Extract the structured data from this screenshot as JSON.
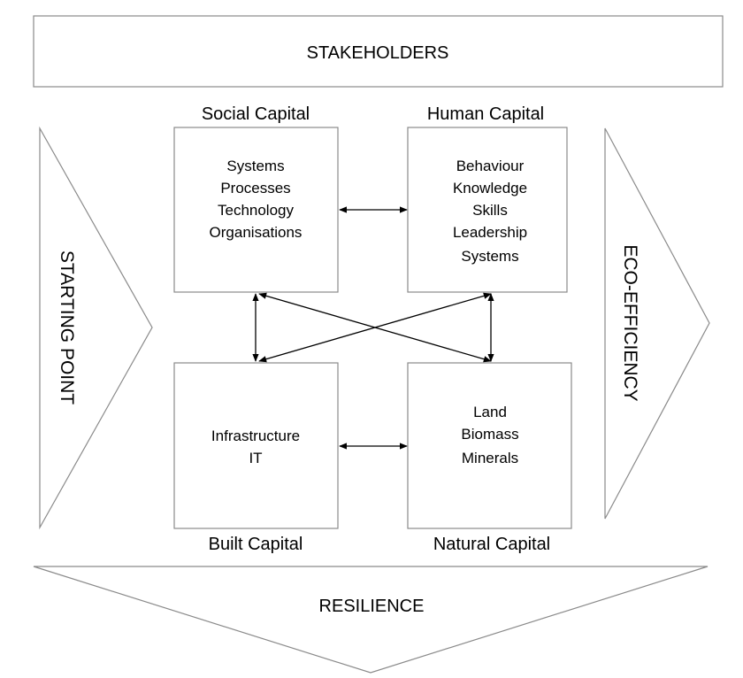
{
  "stakeholders": {
    "label": "STAKEHOLDERS"
  },
  "starting_point": {
    "label": "STARTING POINT"
  },
  "eco_efficiency": {
    "label": "ECO-EFFICIENCY"
  },
  "resilience": {
    "label": "RESILIENCE"
  },
  "social_capital": {
    "heading": "Social Capital",
    "lines": [
      "Systems",
      "Processes",
      "Technology",
      "Organisations"
    ]
  },
  "human_capital": {
    "heading": "Human Capital",
    "lines": [
      "Behaviour",
      "Knowledge",
      "Skills",
      "Leadership",
      "Systems"
    ]
  },
  "built_capital": {
    "heading": "Built Capital",
    "lines": [
      "Infrastructure",
      "IT"
    ]
  },
  "natural_capital": {
    "heading": "Natural Capital",
    "lines": [
      "Land",
      "Biomass",
      "Minerals"
    ]
  },
  "colors": {
    "outline": "#8a8a8a",
    "arrow": "#000000",
    "text": "#000000",
    "background": "#ffffff"
  }
}
